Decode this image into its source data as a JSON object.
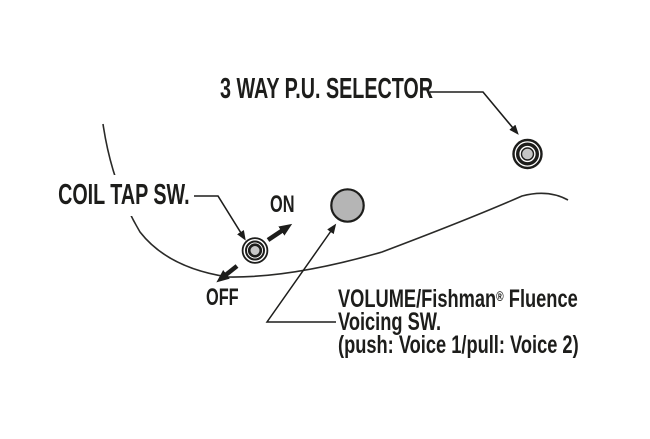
{
  "diagram": {
    "description": "guitar-controls-diagram",
    "labels": {
      "pickup_selector": "3 WAY P.U. SELECTOR",
      "coil_tap": "COIL TAP SW.",
      "switch_on": "ON",
      "switch_off": "OFF",
      "volume": {
        "line1_text": "VOLUME/Fishman",
        "line1_sup": "®",
        "line1_rest": " Fluence",
        "line2": "Voicing SW.",
        "line3": "(push: Voice 1/pull: Voice 2)"
      }
    },
    "controls": {
      "pickup_selector_knob": "3-way pickup selector switch",
      "coil_tap_knob": "coil tap switch",
      "volume_knob": "volume / voicing push-pull knob"
    },
    "colors": {
      "ink": "#1d1d1b",
      "knob_gray": "#b5b5b5",
      "switch_center_gray": "#c6c6c6",
      "background": "#ffffff"
    }
  }
}
